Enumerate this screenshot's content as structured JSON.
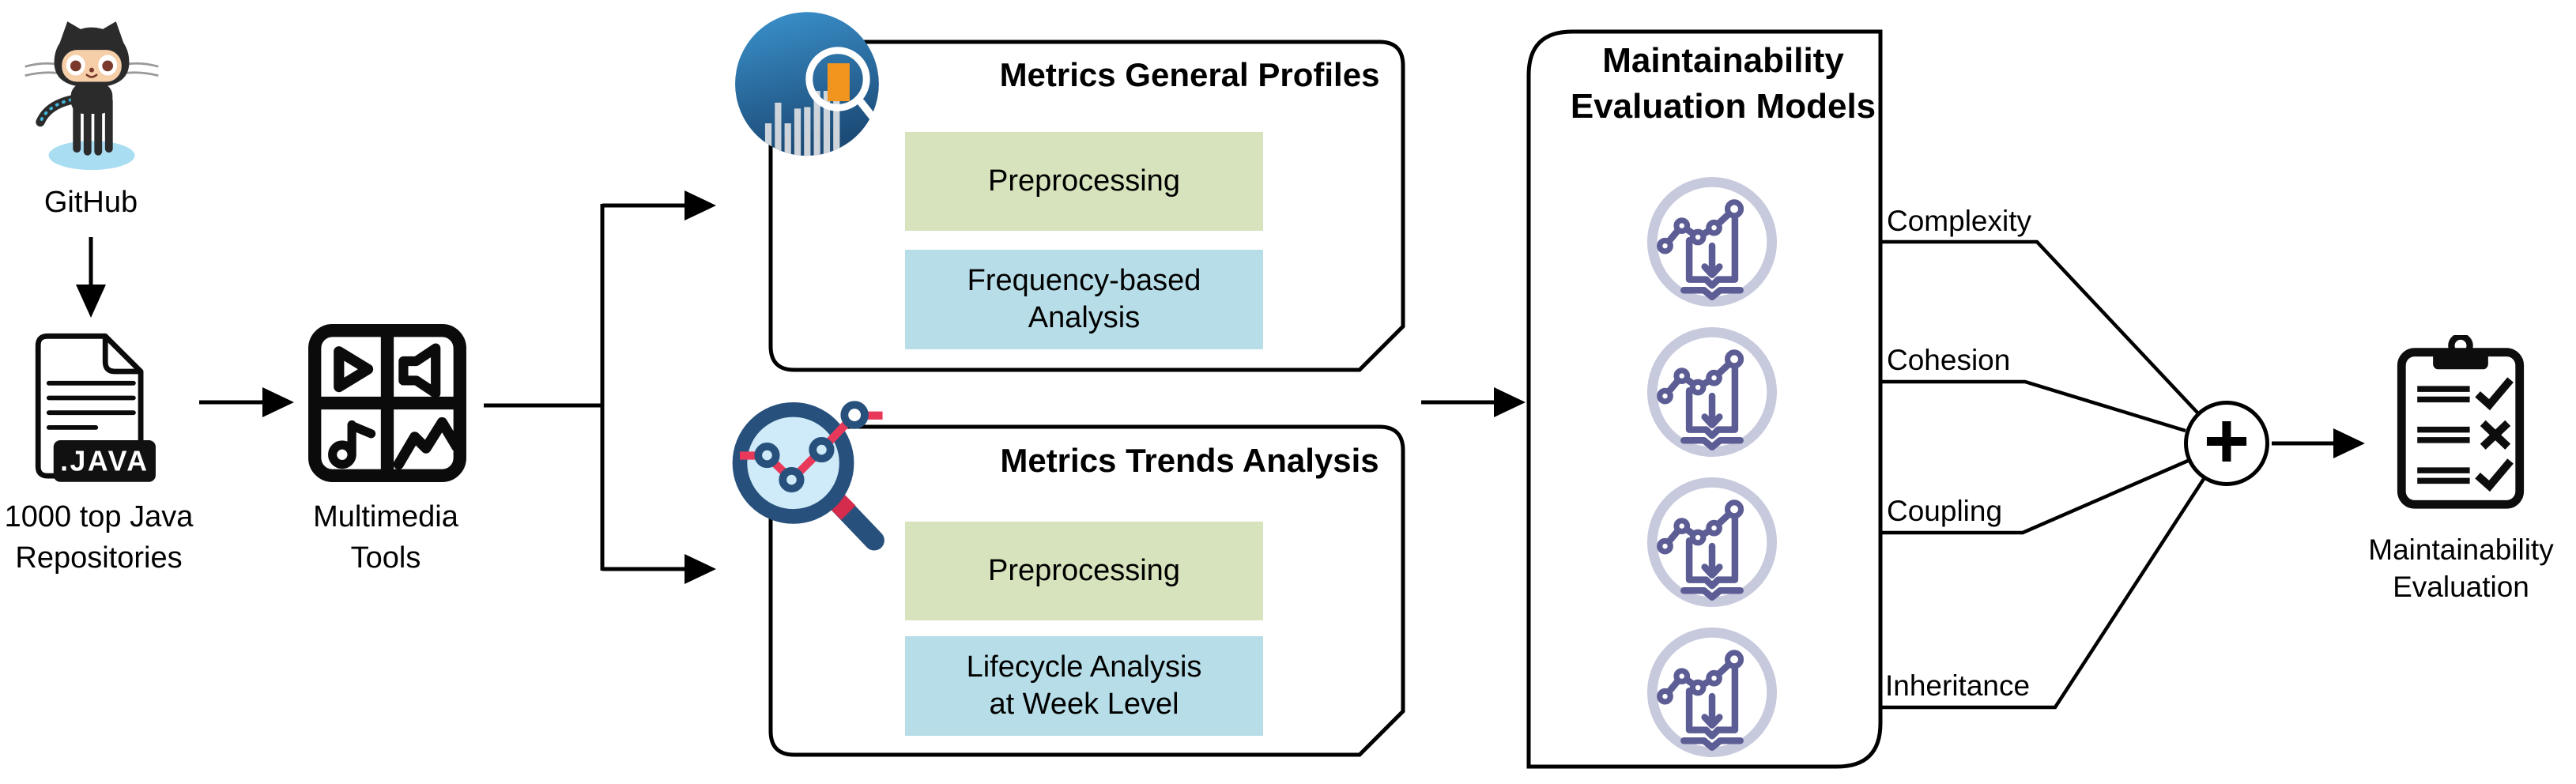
{
  "pipeline": {
    "source": {
      "icon": "github-octocat-icon",
      "label": "GitHub"
    },
    "dataset": {
      "icon": "java-file-icon",
      "badge": ".JAVA",
      "label_line1": "1000 top Java",
      "label_line2": "Repositories"
    },
    "tools": {
      "icon": "multimedia-grid-icon",
      "label_line1": "Multimedia",
      "label_line2": "Tools"
    },
    "profiles": {
      "icon": "bar-chart-magnifier-icon",
      "title": "Metrics General Profiles",
      "step1_line1": "Preprocessing",
      "step1_line2": "",
      "step2_line1": "Frequency-based",
      "step2_line2": "Analysis"
    },
    "trends": {
      "icon": "line-chart-magnifier-icon",
      "title": "Metrics Trends Analysis",
      "step1_line1": "Preprocessing",
      "step1_line2": "",
      "step2_line1": "Lifecycle Analysis",
      "step2_line2": "at Week Level"
    },
    "models": {
      "icon": "book-chart-icon",
      "icon_count": 4,
      "title_line1": "Maintainability",
      "title_line2": "Evaluation Models"
    },
    "metrics": [
      {
        "label": "Complexity"
      },
      {
        "label": "Cohesion"
      },
      {
        "label": "Coupling"
      },
      {
        "label": "Inheritance"
      }
    ],
    "aggregator": {
      "symbol": "+"
    },
    "result": {
      "icon": "clipboard-checklist-icon",
      "checklist": [
        "check",
        "cross",
        "check"
      ],
      "label_line1": "Maintainability",
      "label_line2": "Evaluation"
    }
  },
  "colors": {
    "outline": "#000000",
    "step_green": "#D6E3BC",
    "step_blue": "#B7DEE8",
    "model_purple": "#5D5D95",
    "model_ring": "#C7C9DD",
    "profiles_blue_top": "#3B93CE",
    "profiles_blue_bottom": "#1C4B77",
    "profiles_orange": "#F2951E",
    "profiles_bars": "#D9DCE0",
    "trends_rim_navy": "#27517C",
    "trends_lens_blue": "#CFEAF8",
    "trends_line_red": "#E8395A",
    "github_puddle": "#A9DDF2"
  }
}
